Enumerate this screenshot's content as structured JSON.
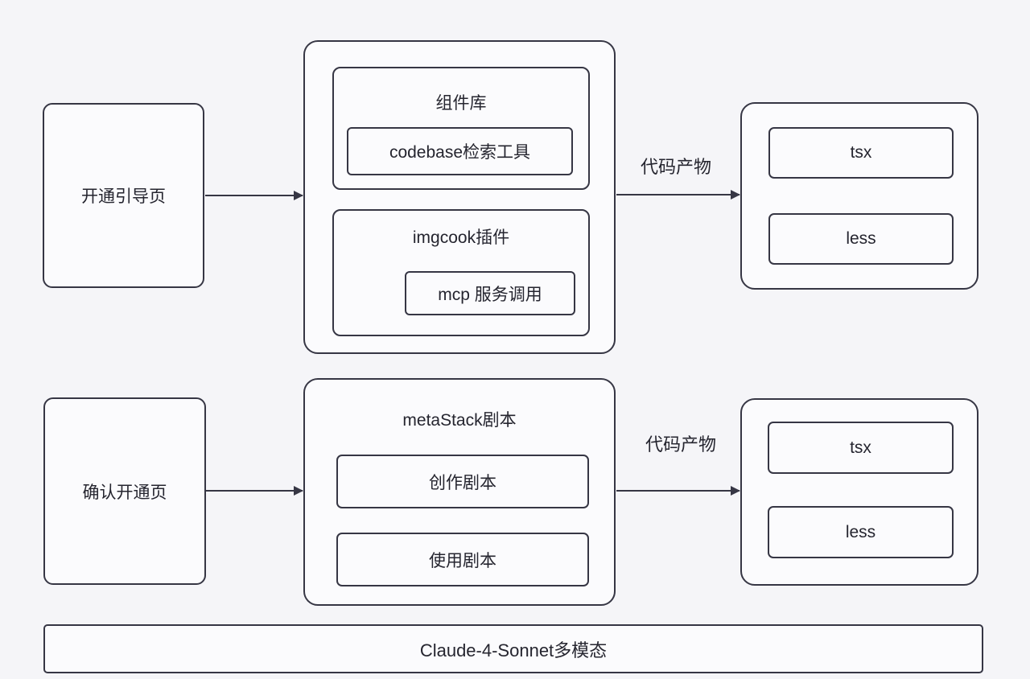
{
  "palette": {
    "background": "#f5f5f8",
    "stroke": "#363644",
    "text": "#25252f",
    "node_fill": "#fbfbfd"
  },
  "flow_top": {
    "source_label": "开通引导页",
    "pipeline": {
      "groups": [
        {
          "title": "组件库",
          "item": "codebase检索工具"
        },
        {
          "title": "imgcook插件",
          "item": "mcp 服务调用"
        }
      ]
    },
    "edge_label": "代码产物",
    "outputs": [
      "tsx",
      "less"
    ]
  },
  "flow_bottom": {
    "source_label": "确认开通页",
    "pipeline": {
      "title": "metaStack剧本",
      "items": [
        "创作剧本",
        "使用剧本"
      ]
    },
    "edge_label": "代码产物",
    "outputs": [
      "tsx",
      "less"
    ]
  },
  "footer_label": "Claude-4-Sonnet多模态"
}
